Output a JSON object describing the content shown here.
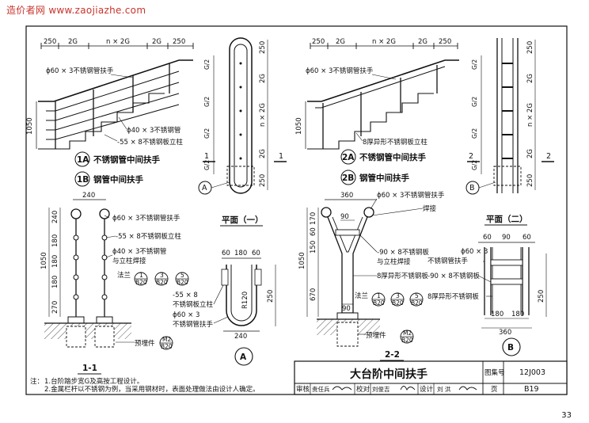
{
  "watermark": "造价者网 www.zaojiazhe.com",
  "page_number": "33",
  "title_block": {
    "title": "大台阶中间扶手",
    "atlas_label": "图集号",
    "atlas_no": "12J003",
    "page_label": "页",
    "page_no": "B19",
    "review_label": "审核",
    "review_sign": "责任兵",
    "check_label": "校对",
    "check_name": "刘俊吉",
    "design_label": "设计",
    "design_name": "刘 洪"
  },
  "notes": {
    "label": "注：",
    "n1": "1.台阶踏步宽G及高按工程设计。",
    "n2": "2.金属栏杆以不锈钢为例，当采用钢材时，表面处理做法由设计人确定。"
  },
  "dims": {
    "d250": "250",
    "d2g": "2G",
    "dn2g": "n × 2G",
    "dg2": "G/2",
    "d1050": "1050",
    "d240": "240",
    "d180": "180",
    "d270": "270",
    "d60": "60",
    "d360": "360",
    "d90": "90",
    "d170": "170",
    "d150": "150",
    "d670": "670",
    "dr120": "R120"
  },
  "view1a": {
    "label_handrail": "ϕ60 × 3不锈钢管扶手",
    "label_pipe": "ϕ40 × 3不锈钢管",
    "label_post": "-55 × 8不锈钢板立柱",
    "tag_1a": "1A",
    "caption_1a": "不锈钢管中间扶手",
    "tag_1b": "1B",
    "caption_1b": "钢管中间扶手"
  },
  "plan1": {
    "title": "平面（一）",
    "section_mark": "1",
    "detail_tag": "A"
  },
  "view2a": {
    "label_handrail": "ϕ60 × 3不锈钢管扶手",
    "label_post": "8厚异形不锈钢板立柱",
    "tag_2a": "2A",
    "caption_2a": "不锈钢管中间扶手",
    "tag_2b": "2B",
    "caption_2b": "钢管中间扶手"
  },
  "plan2": {
    "title": "平面（二）",
    "section_mark": "2",
    "detail_tag": "B"
  },
  "sec11": {
    "title": "1-1",
    "label_handrail": "ϕ60 × 3不锈钢管扶手",
    "label_post": "-55 × 8不锈钢板立柱",
    "label_pipe1": "ϕ40 × 3不锈钢管",
    "label_pipe2": "与立柱焊接",
    "flange": "法兰",
    "ref1_top": "1",
    "ref3_top": "3",
    "ref5_top": "5",
    "ref_bot": "B20",
    "embed": "预埋件",
    "embed_top": "M2",
    "embed_bot": "B20"
  },
  "detailA": {
    "tag": "A",
    "label_post1": "-55 × 8",
    "label_post2": "不锈钢板立柱",
    "label_pipe1": "ϕ60 × 3",
    "label_pipe2": "不锈钢管扶手"
  },
  "sec22": {
    "title": "2-2",
    "label_handrail": "ϕ60 × 3不锈钢管扶手",
    "label_weld": "焊接",
    "label_plate1": "-90 × 8不锈钢板",
    "label_plate2": "与立柱焊接",
    "label_post": "8厚异形不锈钢板",
    "flange": "法兰",
    "ref1_top": "1",
    "ref3_top": "3",
    "ref5_top": "5",
    "ref_bot": "B20",
    "embed": "预埋件",
    "embed_top": "M2",
    "embed_bot": "B20"
  },
  "detailB": {
    "tag": "B",
    "label_pipe1": "ϕ60 × 3",
    "label_pipe2": "不锈钢管扶手",
    "label_plate": "-90 × 8不锈钢板",
    "label_post": "8厚异形不锈钢板"
  }
}
